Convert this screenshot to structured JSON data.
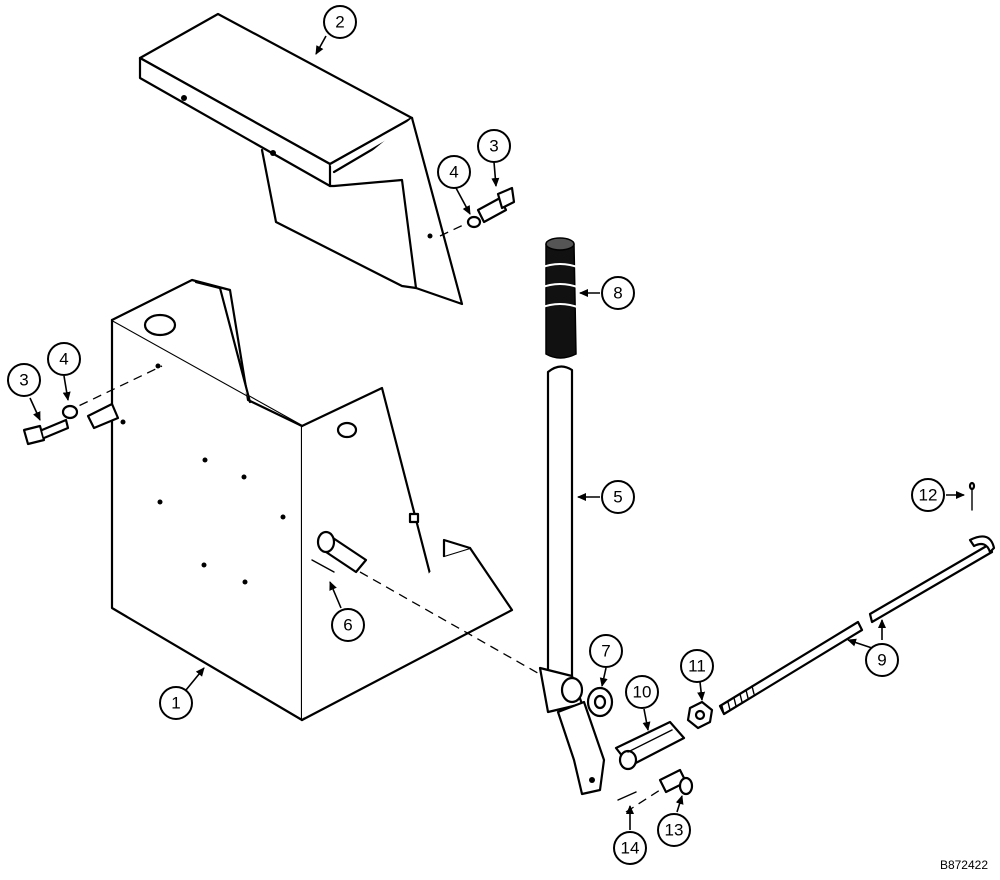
{
  "figure_code": "B872422",
  "callouts": [
    {
      "n": "1"
    },
    {
      "n": "2"
    },
    {
      "n": "3"
    },
    {
      "n": "4"
    },
    {
      "n": "3"
    },
    {
      "n": "4"
    },
    {
      "n": "5"
    },
    {
      "n": "6"
    },
    {
      "n": "7"
    },
    {
      "n": "8"
    },
    {
      "n": "9"
    },
    {
      "n": "10"
    },
    {
      "n": "11"
    },
    {
      "n": "12"
    },
    {
      "n": "13"
    },
    {
      "n": "14"
    }
  ]
}
